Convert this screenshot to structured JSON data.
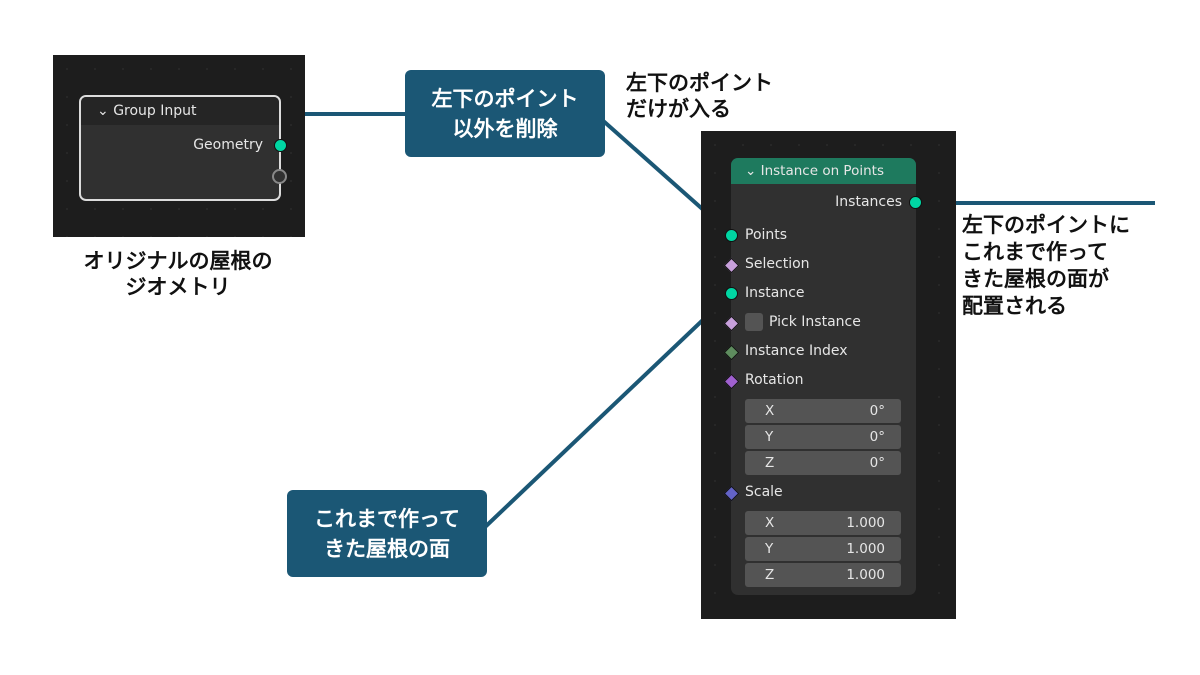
{
  "group_input": {
    "title": "Group Input",
    "output": "Geometry"
  },
  "caption_original": [
    "オリジナルの屋根の",
    "ジオメトリ"
  ],
  "callout_delete": [
    "左下のポイント",
    "以外を削除"
  ],
  "note_points": [
    "左下のポイント",
    "だけが入る"
  ],
  "callout_faces": [
    "これまで作って",
    "きた屋根の面"
  ],
  "note_result": [
    "左下のポイントに",
    "これまで作って",
    "きた屋根の面が",
    "配置される"
  ],
  "instance_node": {
    "title": "Instance on Points",
    "output": "Instances",
    "inputs": {
      "points": "Points",
      "selection": "Selection",
      "instance": "Instance",
      "pick_instance": "Pick Instance",
      "instance_index": "Instance Index",
      "rotation": "Rotation",
      "scale": "Scale"
    },
    "rotation": [
      {
        "axis": "X",
        "value": "0°"
      },
      {
        "axis": "Y",
        "value": "0°"
      },
      {
        "axis": "Z",
        "value": "0°"
      }
    ],
    "scale": [
      {
        "axis": "X",
        "value": "1.000"
      },
      {
        "axis": "Y",
        "value": "1.000"
      },
      {
        "axis": "Z",
        "value": "1.000"
      }
    ]
  },
  "colors": {
    "geometry": "#00d6a3",
    "callout": "#1b5775",
    "header": "#1e7a5e"
  }
}
